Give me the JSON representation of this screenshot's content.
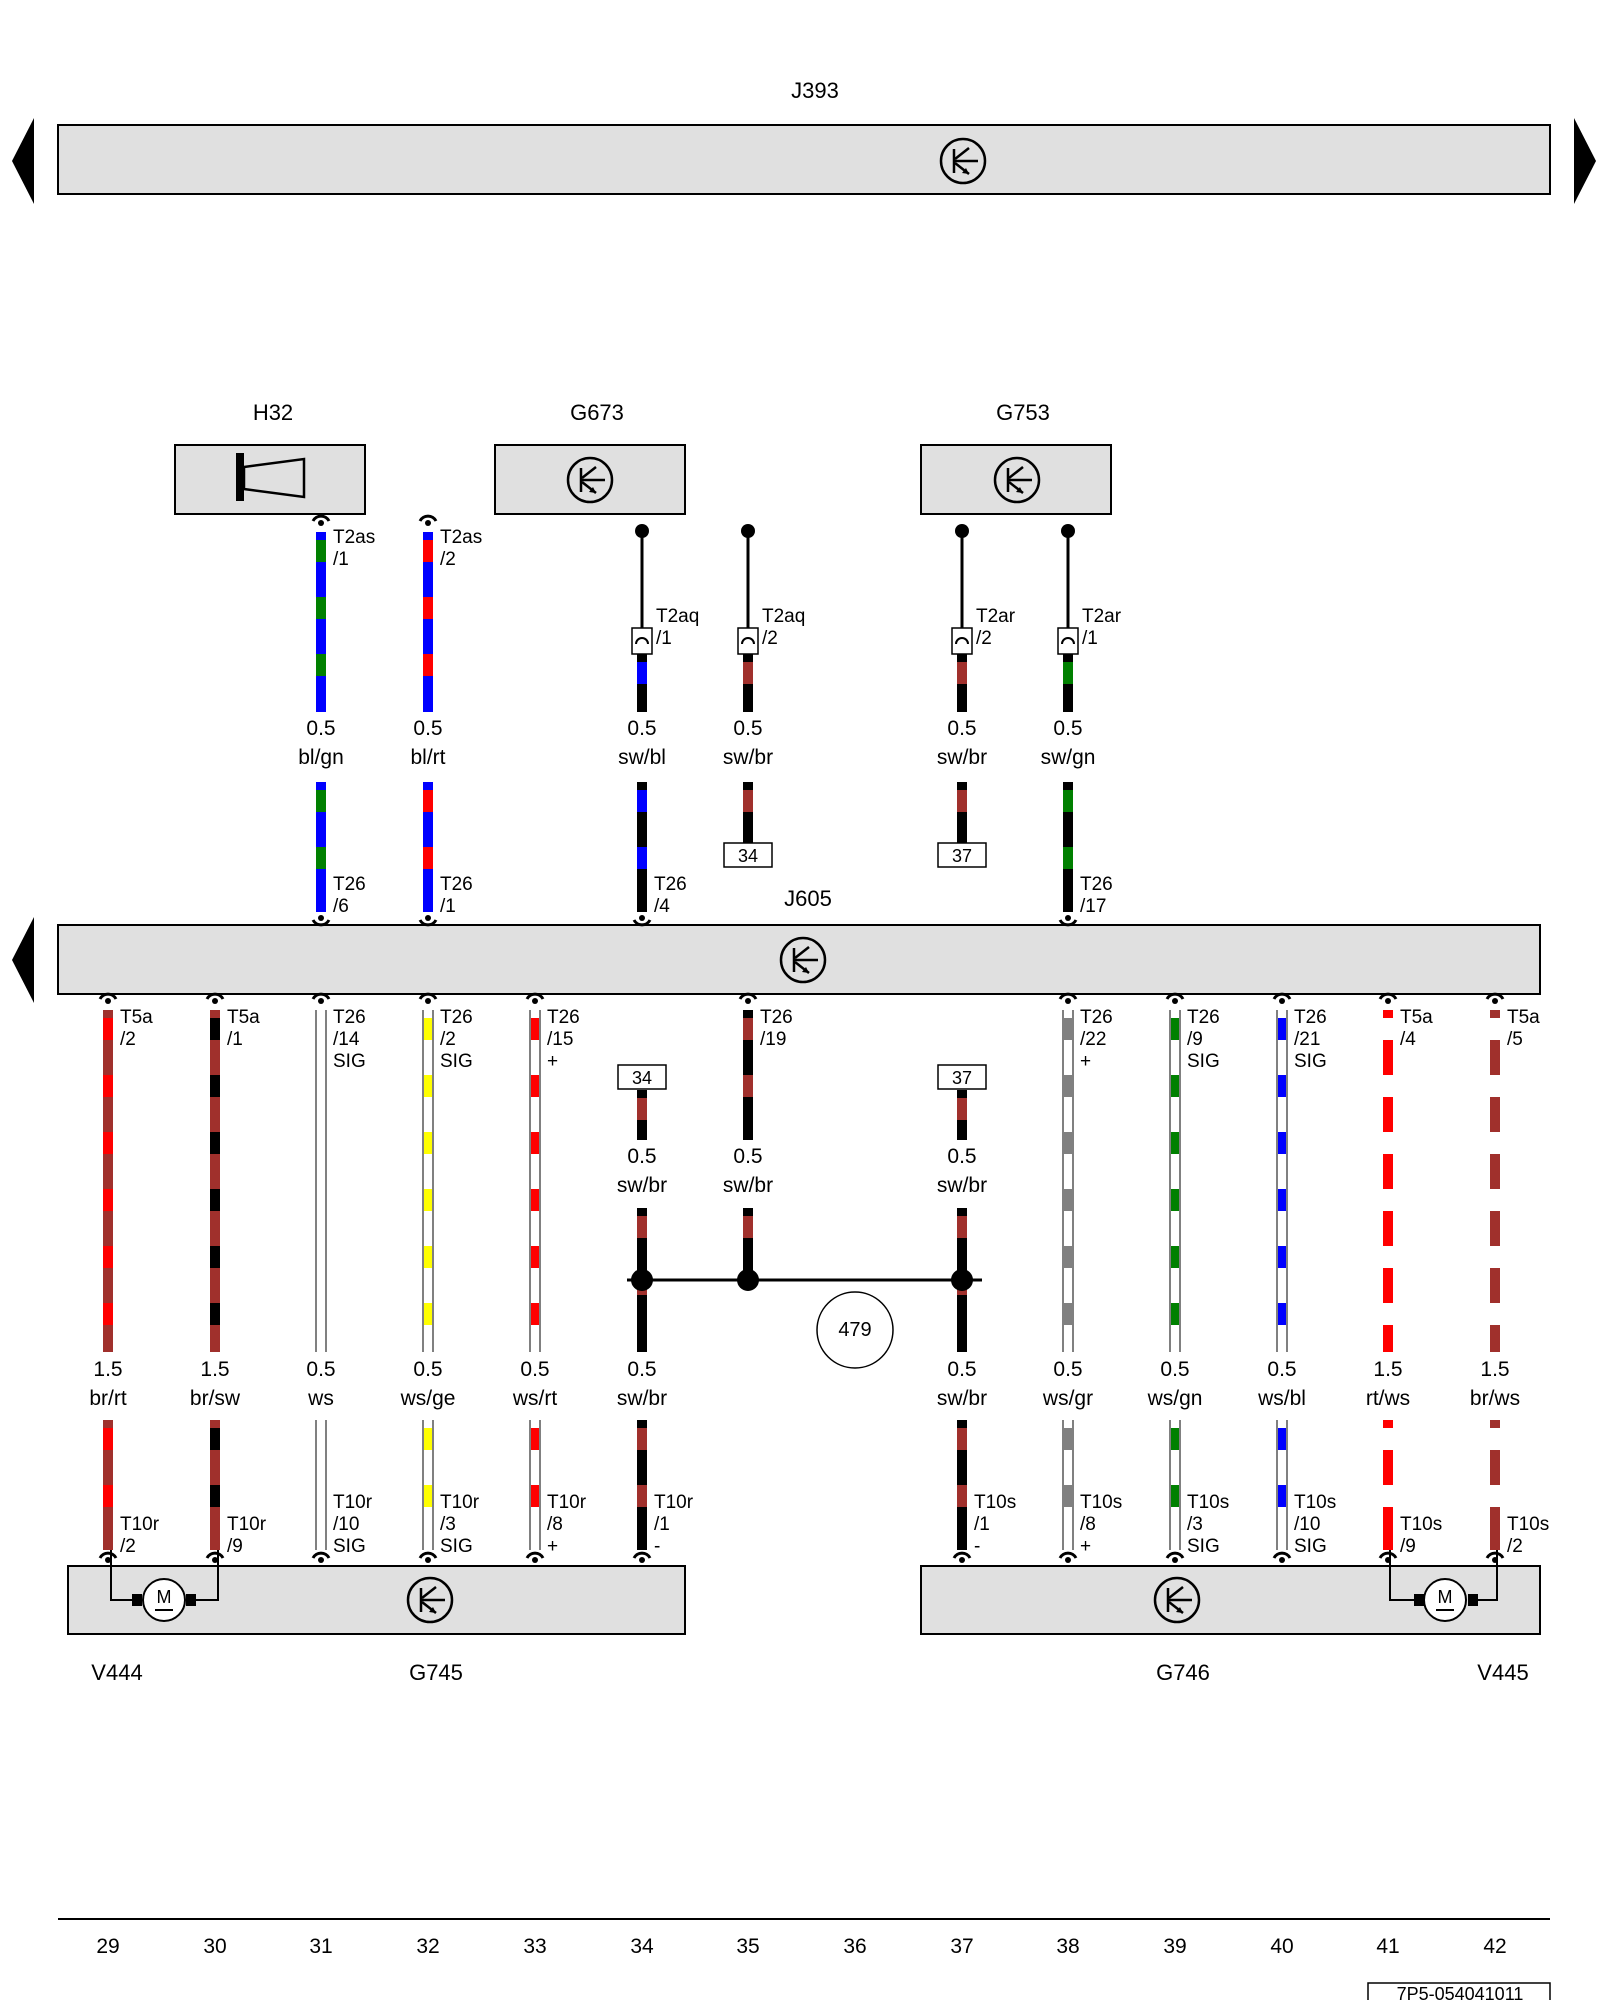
{
  "components": {
    "J393": "J393",
    "J605": "J605",
    "H32": "H32",
    "G673": "G673",
    "G753": "G753",
    "V444": "V444",
    "G745": "G745",
    "G746": "G746",
    "V445": "V445"
  },
  "top_wires": [
    {
      "id": "h32-1",
      "col": 31,
      "conn": [
        "T2as",
        "/1"
      ],
      "size": "0.5",
      "color": "bl/gn",
      "j605": [
        "T26",
        "/6"
      ]
    },
    {
      "id": "h32-2",
      "col": 32,
      "conn": [
        "T2as",
        "/2"
      ],
      "size": "0.5",
      "color": "bl/rt",
      "j605": [
        "T26",
        "/1"
      ]
    },
    {
      "id": "g673-1",
      "col": 34,
      "conn": [
        "T2aq",
        "/1"
      ],
      "size": "0.5",
      "color": "sw/bl",
      "j605": [
        "T26",
        "/4"
      ]
    },
    {
      "id": "g673-2",
      "col": 35,
      "conn": [
        "T2aq",
        "/2"
      ],
      "size": "0.5",
      "color": "sw/br",
      "ref": "34"
    },
    {
      "id": "g753-2",
      "col": 37,
      "conn": [
        "T2ar",
        "/2"
      ],
      "size": "0.5",
      "color": "sw/br",
      "ref": "37"
    },
    {
      "id": "g753-1",
      "col": 38,
      "conn": [
        "T2ar",
        "/1"
      ],
      "size": "0.5",
      "color": "sw/gn",
      "j605": [
        "T26",
        "/17"
      ]
    }
  ],
  "bottom_wires": [
    {
      "id": "w29",
      "j605": [
        "T5a",
        "/2"
      ],
      "size": "1.5",
      "color": "br/rt",
      "end": [
        "T10r",
        "/2"
      ]
    },
    {
      "id": "w30",
      "j605": [
        "T5a",
        "/1"
      ],
      "size": "1.5",
      "color": "br/sw",
      "end": [
        "T10r",
        "/9"
      ]
    },
    {
      "id": "w31",
      "j605": [
        "T26",
        "/14",
        "SIG"
      ],
      "size": "0.5",
      "color": "ws",
      "end": [
        "T10r",
        "/10",
        "SIG"
      ]
    },
    {
      "id": "w32",
      "j605": [
        "T26",
        "/2",
        "SIG"
      ],
      "size": "0.5",
      "color": "ws/ge",
      "end": [
        "T10r",
        "/3",
        "SIG"
      ]
    },
    {
      "id": "w33",
      "j605": [
        "T26",
        "/15",
        "+"
      ],
      "size": "0.5",
      "color": "ws/rt",
      "end": [
        "T10r",
        "/8",
        "+"
      ]
    },
    {
      "id": "w34",
      "ref": "34",
      "size_top": "0.5",
      "color_top": "sw/br",
      "size": "0.5",
      "color": "sw/br",
      "end": [
        "T10r",
        "/1",
        "-"
      ]
    },
    {
      "id": "w35",
      "j605": [
        "T26",
        "/19"
      ],
      "size_top": "0.5",
      "color_top": "sw/br"
    },
    {
      "id": "w37",
      "ref": "37",
      "size_top": "0.5",
      "color_top": "sw/br",
      "size": "0.5",
      "color": "sw/br",
      "end": [
        "T10s",
        "/1",
        "-"
      ]
    },
    {
      "id": "w38",
      "j605": [
        "T26",
        "/22",
        "+"
      ],
      "size": "0.5",
      "color": "ws/gr",
      "end": [
        "T10s",
        "/8",
        "+"
      ]
    },
    {
      "id": "w39",
      "j605": [
        "T26",
        "/9",
        "SIG"
      ],
      "size": "0.5",
      "color": "ws/gn",
      "end": [
        "T10s",
        "/3",
        "SIG"
      ]
    },
    {
      "id": "w40",
      "j605": [
        "T26",
        "/21",
        "SIG"
      ],
      "size": "0.5",
      "color": "ws/bl",
      "end": [
        "T10s",
        "/10",
        "SIG"
      ]
    },
    {
      "id": "w41",
      "j605": [
        "T5a",
        "/4"
      ],
      "size": "1.5",
      "color": "rt/ws",
      "end": [
        "T10s",
        "/9"
      ]
    },
    {
      "id": "w42",
      "j605": [
        "T5a",
        "/5"
      ],
      "size": "1.5",
      "color": "br/ws",
      "end": [
        "T10s",
        "/2"
      ]
    }
  ],
  "junction_label": "479",
  "motor_label": "M",
  "columns": [
    "29",
    "30",
    "31",
    "32",
    "33",
    "34",
    "35",
    "36",
    "37",
    "38",
    "39",
    "40",
    "41",
    "42"
  ],
  "footer_code": "7P5-054041011",
  "colors": {
    "component_fill": "#e0e0e0",
    "sw": "#000000",
    "bl": "#0000ff",
    "gn": "#008000",
    "rt": "#ff0000",
    "br": "#a0302c",
    "ws": "#ffffff",
    "ge": "#ffff00",
    "gr": "#808080"
  }
}
